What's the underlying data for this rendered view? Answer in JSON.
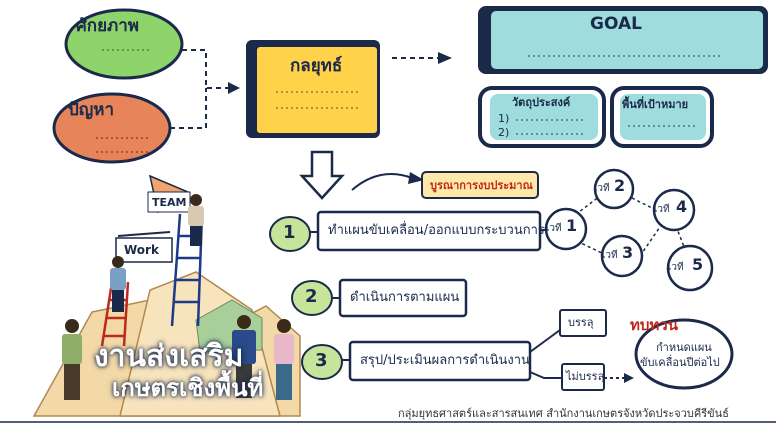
{
  "left": {
    "potential_label": "ศักยภาพ",
    "problem_label": "ปัญหา",
    "team_word": "TEAM",
    "work_word": "Work",
    "banner_line1": "งานส่งเสริม",
    "banner_line2": "เกษตรเชิงพื้นที่"
  },
  "center": {
    "strategy_label": "กลยุทธ์",
    "budget_label": "บูรณาการงบประมาณ"
  },
  "goal": {
    "title": "GOAL",
    "objective_label": "วัตถุประสงค์",
    "objective_items": [
      "1)",
      "2)"
    ],
    "target_area_label": "พื้นที่เป้าหมาย"
  },
  "steps": [
    {
      "number": "1",
      "label": "ทำแผนขับเคลื่อน/ออกแบบกระบวนการ"
    },
    {
      "number": "2",
      "label": "ดำเนินการตามแผน"
    },
    {
      "number": "3",
      "label": "สรุป/ประเมินผลการดำเนินงาน"
    }
  ],
  "stages": [
    {
      "number": "1",
      "prefix": "เวที"
    },
    {
      "number": "2",
      "prefix": "เวที"
    },
    {
      "number": "3",
      "prefix": "เวที"
    },
    {
      "number": "4",
      "prefix": "เวที"
    },
    {
      "number": "5",
      "prefix": "เวที"
    }
  ],
  "outcomes": {
    "achieved": "บรรลุ",
    "not_achieved": "ไม่บรรลุ",
    "review_title": "ทบทวน",
    "review_line1": "กำหนดแผน",
    "review_line2": "ขับเคลื่อนปีต่อไป"
  },
  "footer": {
    "credit": "กลุ่มยุทธศาสตร์และสารสนเทศ  สำนักงานเกษตรจังหวัดประจวบคีรีขันธ์"
  },
  "colors": {
    "ink": "#1b2a4a",
    "potential_fill": "#8fd46a",
    "problem_fill": "#e8845a",
    "strategy_fill": "#ffd24a",
    "goal_fill": "#9fdcdd",
    "budget_fill": "#ffe9a8",
    "step_badge_fill": "#c6e59a",
    "accent_red": "#c0281e"
  }
}
